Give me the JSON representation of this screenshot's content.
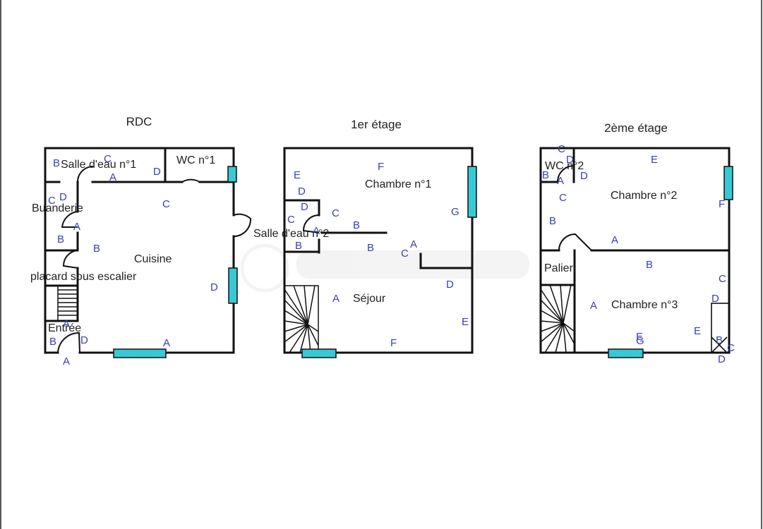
{
  "floors": {
    "rdc": {
      "title": "RDC",
      "rooms": {
        "salle_eau_1": "Salle d'eau n°1",
        "wc_1": "WC n°1",
        "buanderie": "Buanderie",
        "cuisine": "Cuisine",
        "placard": "placard sous escalier",
        "entree": "Entrée",
        "salle_eau_2": "Salle d'eau n°2"
      },
      "wall_labels": [
        "B",
        "C",
        "A",
        "D",
        "C",
        "D",
        "C",
        "A",
        "B",
        "B",
        "D",
        "A",
        "B",
        "D",
        "A",
        "A"
      ]
    },
    "etage1": {
      "title": "1er étage",
      "rooms": {
        "chambre_1": "Chambre n°1",
        "sejour": "Séjour"
      },
      "wall_labels": [
        "E",
        "D",
        "D",
        "C",
        "A",
        "B",
        "F",
        "C",
        "B",
        "B",
        "C",
        "A",
        "G",
        "D",
        "A",
        "E",
        "F"
      ]
    },
    "etage2": {
      "title": "2ème étage",
      "rooms": {
        "wc_2": "WC n°2",
        "chambre_2": "Chambre n°2",
        "palier": "Palier",
        "chambre_3": "Chambre n°3"
      },
      "wall_labels": [
        "C",
        "D",
        "B",
        "A",
        "D",
        "C",
        "E",
        "F",
        "B",
        "A",
        "B",
        "C",
        "D",
        "A",
        "E",
        "E",
        "G",
        "B",
        "C",
        "D"
      ]
    }
  },
  "colors": {
    "wall": "#111111",
    "window": "#38c9d4",
    "wall_label": "#3a3fb0",
    "text": "#222222"
  }
}
